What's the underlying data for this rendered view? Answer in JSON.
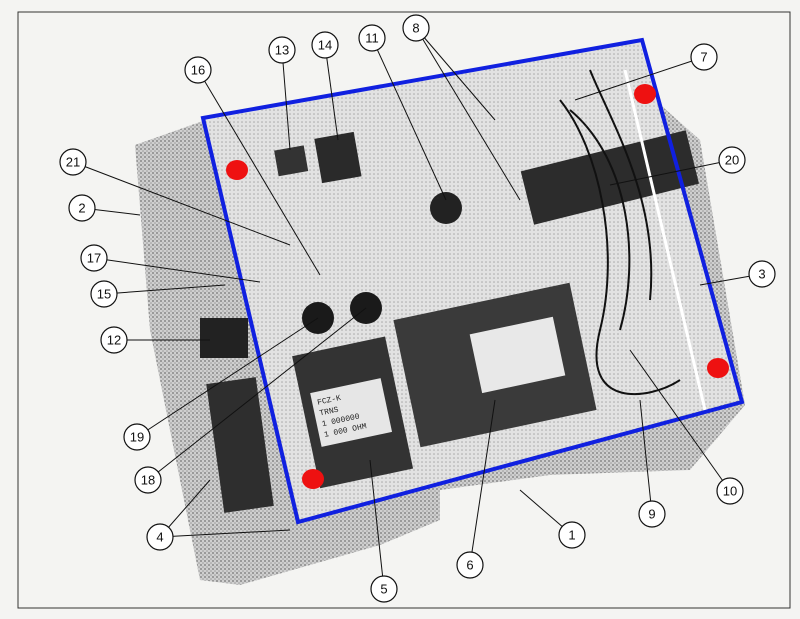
{
  "figure": {
    "callouts": [
      "1",
      "2",
      "3",
      "4",
      "5",
      "6",
      "7",
      "8",
      "9",
      "10",
      "11",
      "12",
      "13",
      "14",
      "15",
      "16",
      "17",
      "18",
      "19",
      "20",
      "21"
    ],
    "transformer_label_lines": [
      "FCZ-K",
      "TRNS",
      "1 000000",
      "1 000 OHM"
    ],
    "colors": {
      "outline": "#1020e0",
      "marker": "#ee1111",
      "plate": "#bdbdbd",
      "board": "#d8d8d8",
      "component": "#2a2a2a"
    }
  }
}
